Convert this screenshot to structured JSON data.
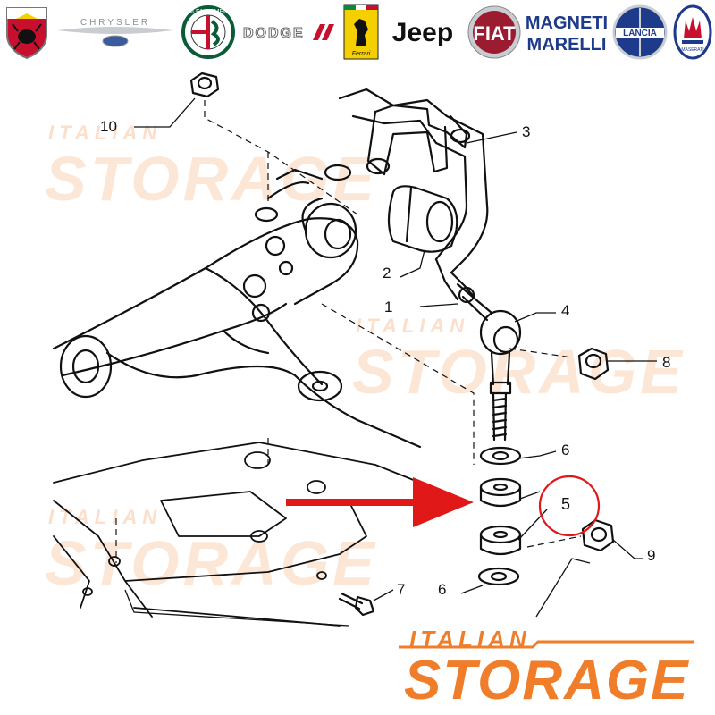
{
  "brands": [
    {
      "name": "ABARTH",
      "color": "#c8102e"
    },
    {
      "name": "CHRYSLER",
      "color": "#8a8f96"
    },
    {
      "name": "ALFA ROMEO",
      "color": "#0a5c36"
    },
    {
      "name": "DODGE",
      "color": "#c8102e"
    },
    {
      "name": "Ferrari",
      "color": "#f5d000"
    },
    {
      "name": "Jeep",
      "color": "#111111"
    },
    {
      "name": "FIAT",
      "color": "#9b1b30"
    },
    {
      "name": "MAGNETI MARELLI",
      "color": "#1e3a8a"
    },
    {
      "name": "LANCIA",
      "color": "#1e3a8a"
    },
    {
      "name": "MASERATI",
      "color": "#1e3a8a"
    }
  ],
  "watermark": {
    "line1": "ITALIAN",
    "line2": "STORAGE",
    "color": "#ef7d2a"
  },
  "callouts": {
    "c1": "1",
    "c2": "2",
    "c3": "3",
    "c4": "4",
    "c5": "5",
    "c6a": "6",
    "c6b": "6",
    "c7": "7",
    "c8": "8",
    "c9": "9",
    "c10": "10"
  },
  "highlight": {
    "part": "5",
    "arrow_color": "#e01818",
    "circle_color": "#e01818"
  }
}
